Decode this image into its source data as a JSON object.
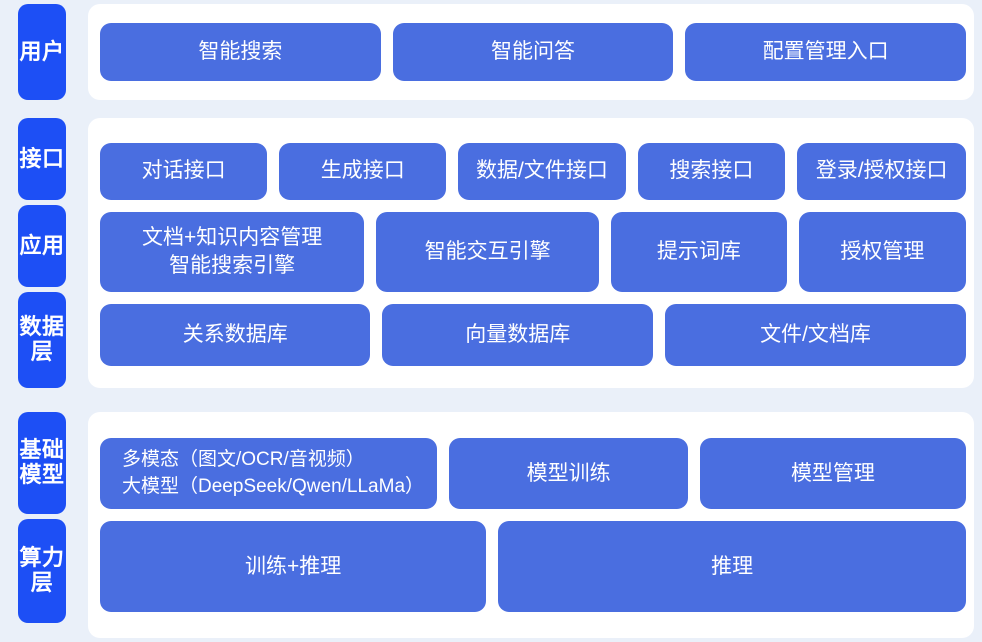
{
  "theme": {
    "page_background": "#eaf0f9",
    "panel_background": "#ffffff",
    "label_blue": "#1d4ff5",
    "box_blue": "#4a6ee0",
    "box_text": "#ffffff"
  },
  "sections": [
    {
      "id": "user",
      "labels": [
        "用户"
      ],
      "rows": [
        {
          "id": "user-entries",
          "boxes": [
            {
              "label": "智能搜索",
              "flex": 1
            },
            {
              "label": "智能问答",
              "flex": 1
            },
            {
              "label": "配置管理入口",
              "flex": 1
            }
          ]
        }
      ]
    },
    {
      "id": "core",
      "labels": [
        "接口",
        "应用",
        "数据层"
      ],
      "rows": [
        {
          "id": "api",
          "boxes": [
            {
              "label": "对话接口",
              "flex": 1.01
            },
            {
              "label": "生成接口",
              "flex": 1.01
            },
            {
              "label": "数据/文件接口",
              "flex": 1.01
            },
            {
              "label": "搜索接口",
              "flex": 0.88
            },
            {
              "label": "登录/授权接口",
              "flex": 1.02
            }
          ]
        },
        {
          "id": "app",
          "boxes": [
            {
              "label": "文档+知识内容管理\n智能搜索引擎",
              "flex": 1.74
            },
            {
              "label": "智能交互引擎",
              "flex": 1.45
            },
            {
              "label": "提示词库",
              "flex": 1.12
            },
            {
              "label": "授权管理",
              "flex": 1.06
            }
          ]
        },
        {
          "id": "db",
          "boxes": [
            {
              "label": "关系数据库",
              "flex": 1
            },
            {
              "label": "向量数据库",
              "flex": 1
            },
            {
              "label": "文件/文档库",
              "flex": 1.12
            }
          ]
        }
      ]
    },
    {
      "id": "base",
      "labels": [
        "基础模型",
        "算力层"
      ],
      "rows": [
        {
          "id": "model",
          "boxes": [
            {
              "label": "多模态（图文/OCR/音视频）\n大模型（DeepSeek/Qwen/LLaMa）",
              "flex": 1.45,
              "align": "left"
            },
            {
              "label": "模型训练",
              "flex": 1.05
            },
            {
              "label": "模型管理",
              "flex": 1.18
            }
          ]
        },
        {
          "id": "compute",
          "boxes": [
            {
              "label": "训练+推理",
              "flex": 1
            },
            {
              "label": "推理",
              "flex": 1.22
            }
          ]
        }
      ]
    }
  ]
}
